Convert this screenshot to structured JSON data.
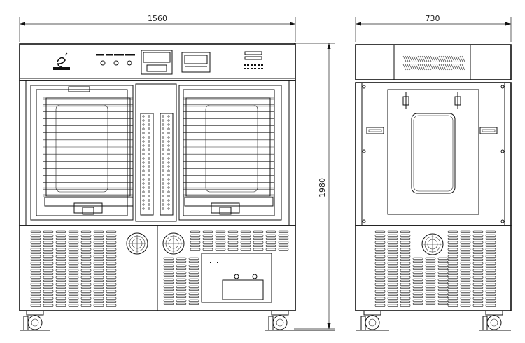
{
  "dimensions": {
    "front_width": "1560",
    "side_depth": "730",
    "height": "1980"
  },
  "front_view": {
    "left_chamber_shelves": 15,
    "right_chamber_shelves": 15,
    "control_buttons": 3
  },
  "icons": {
    "logo": "company-logo-icon",
    "fan": "fan-grille-icon",
    "caster": "caster-wheel-icon"
  },
  "colors": {
    "line": "#111111",
    "background": "#ffffff"
  }
}
